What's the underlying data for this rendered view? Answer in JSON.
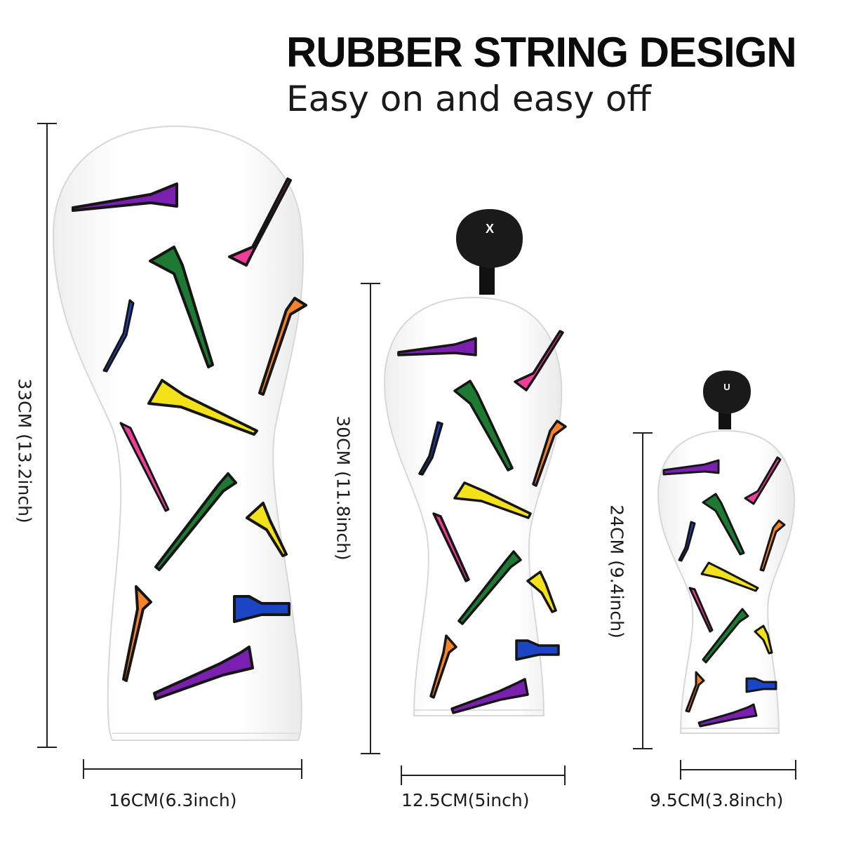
{
  "header": {
    "title": "RUBBER STRING DESIGN",
    "subtitle": "Easy on and easy off"
  },
  "products": [
    {
      "name": "large-headcover",
      "height_label": "33CM (13.2inch)",
      "width_label": "16CM(6.3inch)",
      "tag_mark": ""
    },
    {
      "name": "medium-headcover",
      "height_label": "30CM (11.8inch)",
      "width_label": "12.5CM(5inch)",
      "tag_mark": "X"
    },
    {
      "name": "small-headcover",
      "height_label": "24CM (9.4inch)",
      "width_label": "9.5CM(3.8inch)",
      "tag_mark": "U"
    }
  ],
  "colors": {
    "cover": "#ffffff",
    "outline": "#d6d6d6",
    "tee_purple": "#7a1fb0",
    "tee_pink": "#ef3d9a",
    "tee_green": "#1e7a33",
    "tee_blue": "#1b45c4",
    "tee_orange": "#f5832a",
    "tee_yellow": "#f3e21a",
    "tag": "#1a1a1a",
    "dimension_line": "#222222"
  }
}
